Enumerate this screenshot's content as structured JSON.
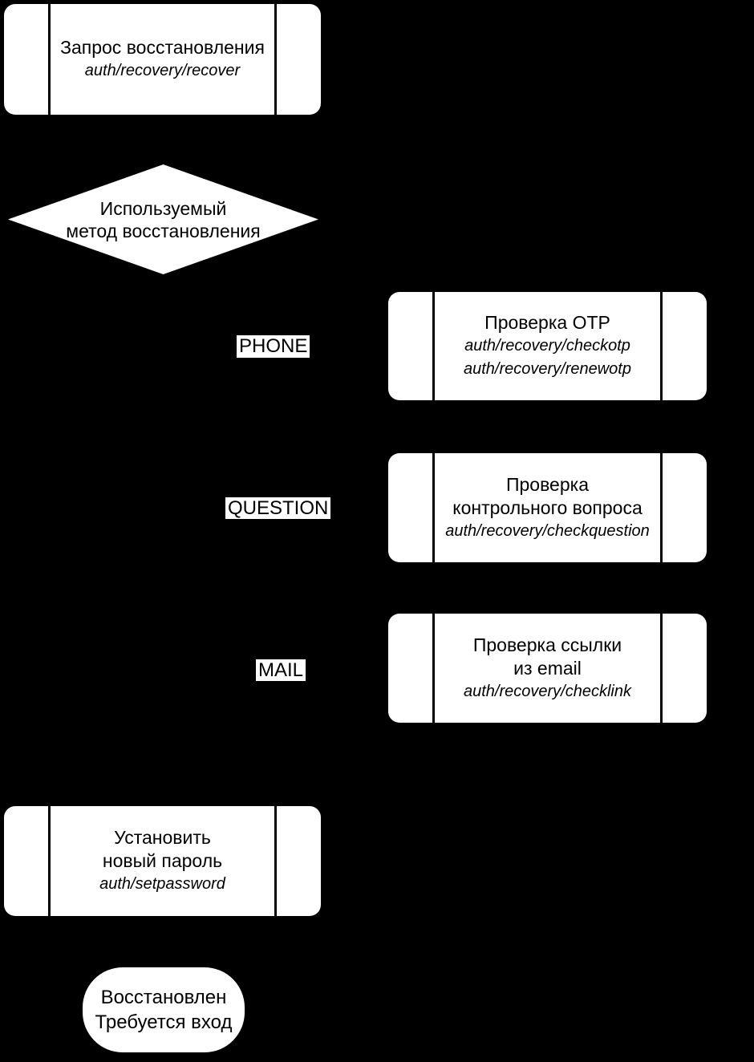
{
  "colors": {
    "background": "#000000",
    "node_fill": "#ffffff",
    "node_text": "#000000",
    "node_line": "#000000"
  },
  "nodes": {
    "recover": {
      "type": "subroutine",
      "title_lines": [
        "Запрос восстановления"
      ],
      "path_lines": [
        "auth/recovery/recover"
      ]
    },
    "method_decision": {
      "type": "decision",
      "lines": [
        "Используемый",
        "метод восстановления"
      ]
    },
    "check_otp": {
      "type": "subroutine",
      "title_lines": [
        "Проверка OTP"
      ],
      "path_lines": [
        "auth/recovery/checkotp",
        "auth/recovery/renewotp"
      ]
    },
    "check_question": {
      "type": "subroutine",
      "title_lines": [
        "Проверка",
        "контрольного вопроса"
      ],
      "path_lines": [
        "auth/recovery/checkquestion"
      ]
    },
    "check_link": {
      "type": "subroutine",
      "title_lines": [
        "Проверка ссылки",
        "из email"
      ],
      "path_lines": [
        "auth/recovery/checklink"
      ]
    },
    "set_password": {
      "type": "subroutine",
      "title_lines": [
        "Установить",
        "новый пароль"
      ],
      "path_lines": [
        "auth/setpassword"
      ]
    },
    "end": {
      "type": "terminator",
      "lines": [
        "Восстановлен",
        "Требуется вход"
      ]
    }
  },
  "edge_labels": {
    "phone": "PHONE",
    "question": "QUESTION",
    "mail": "MAIL"
  }
}
